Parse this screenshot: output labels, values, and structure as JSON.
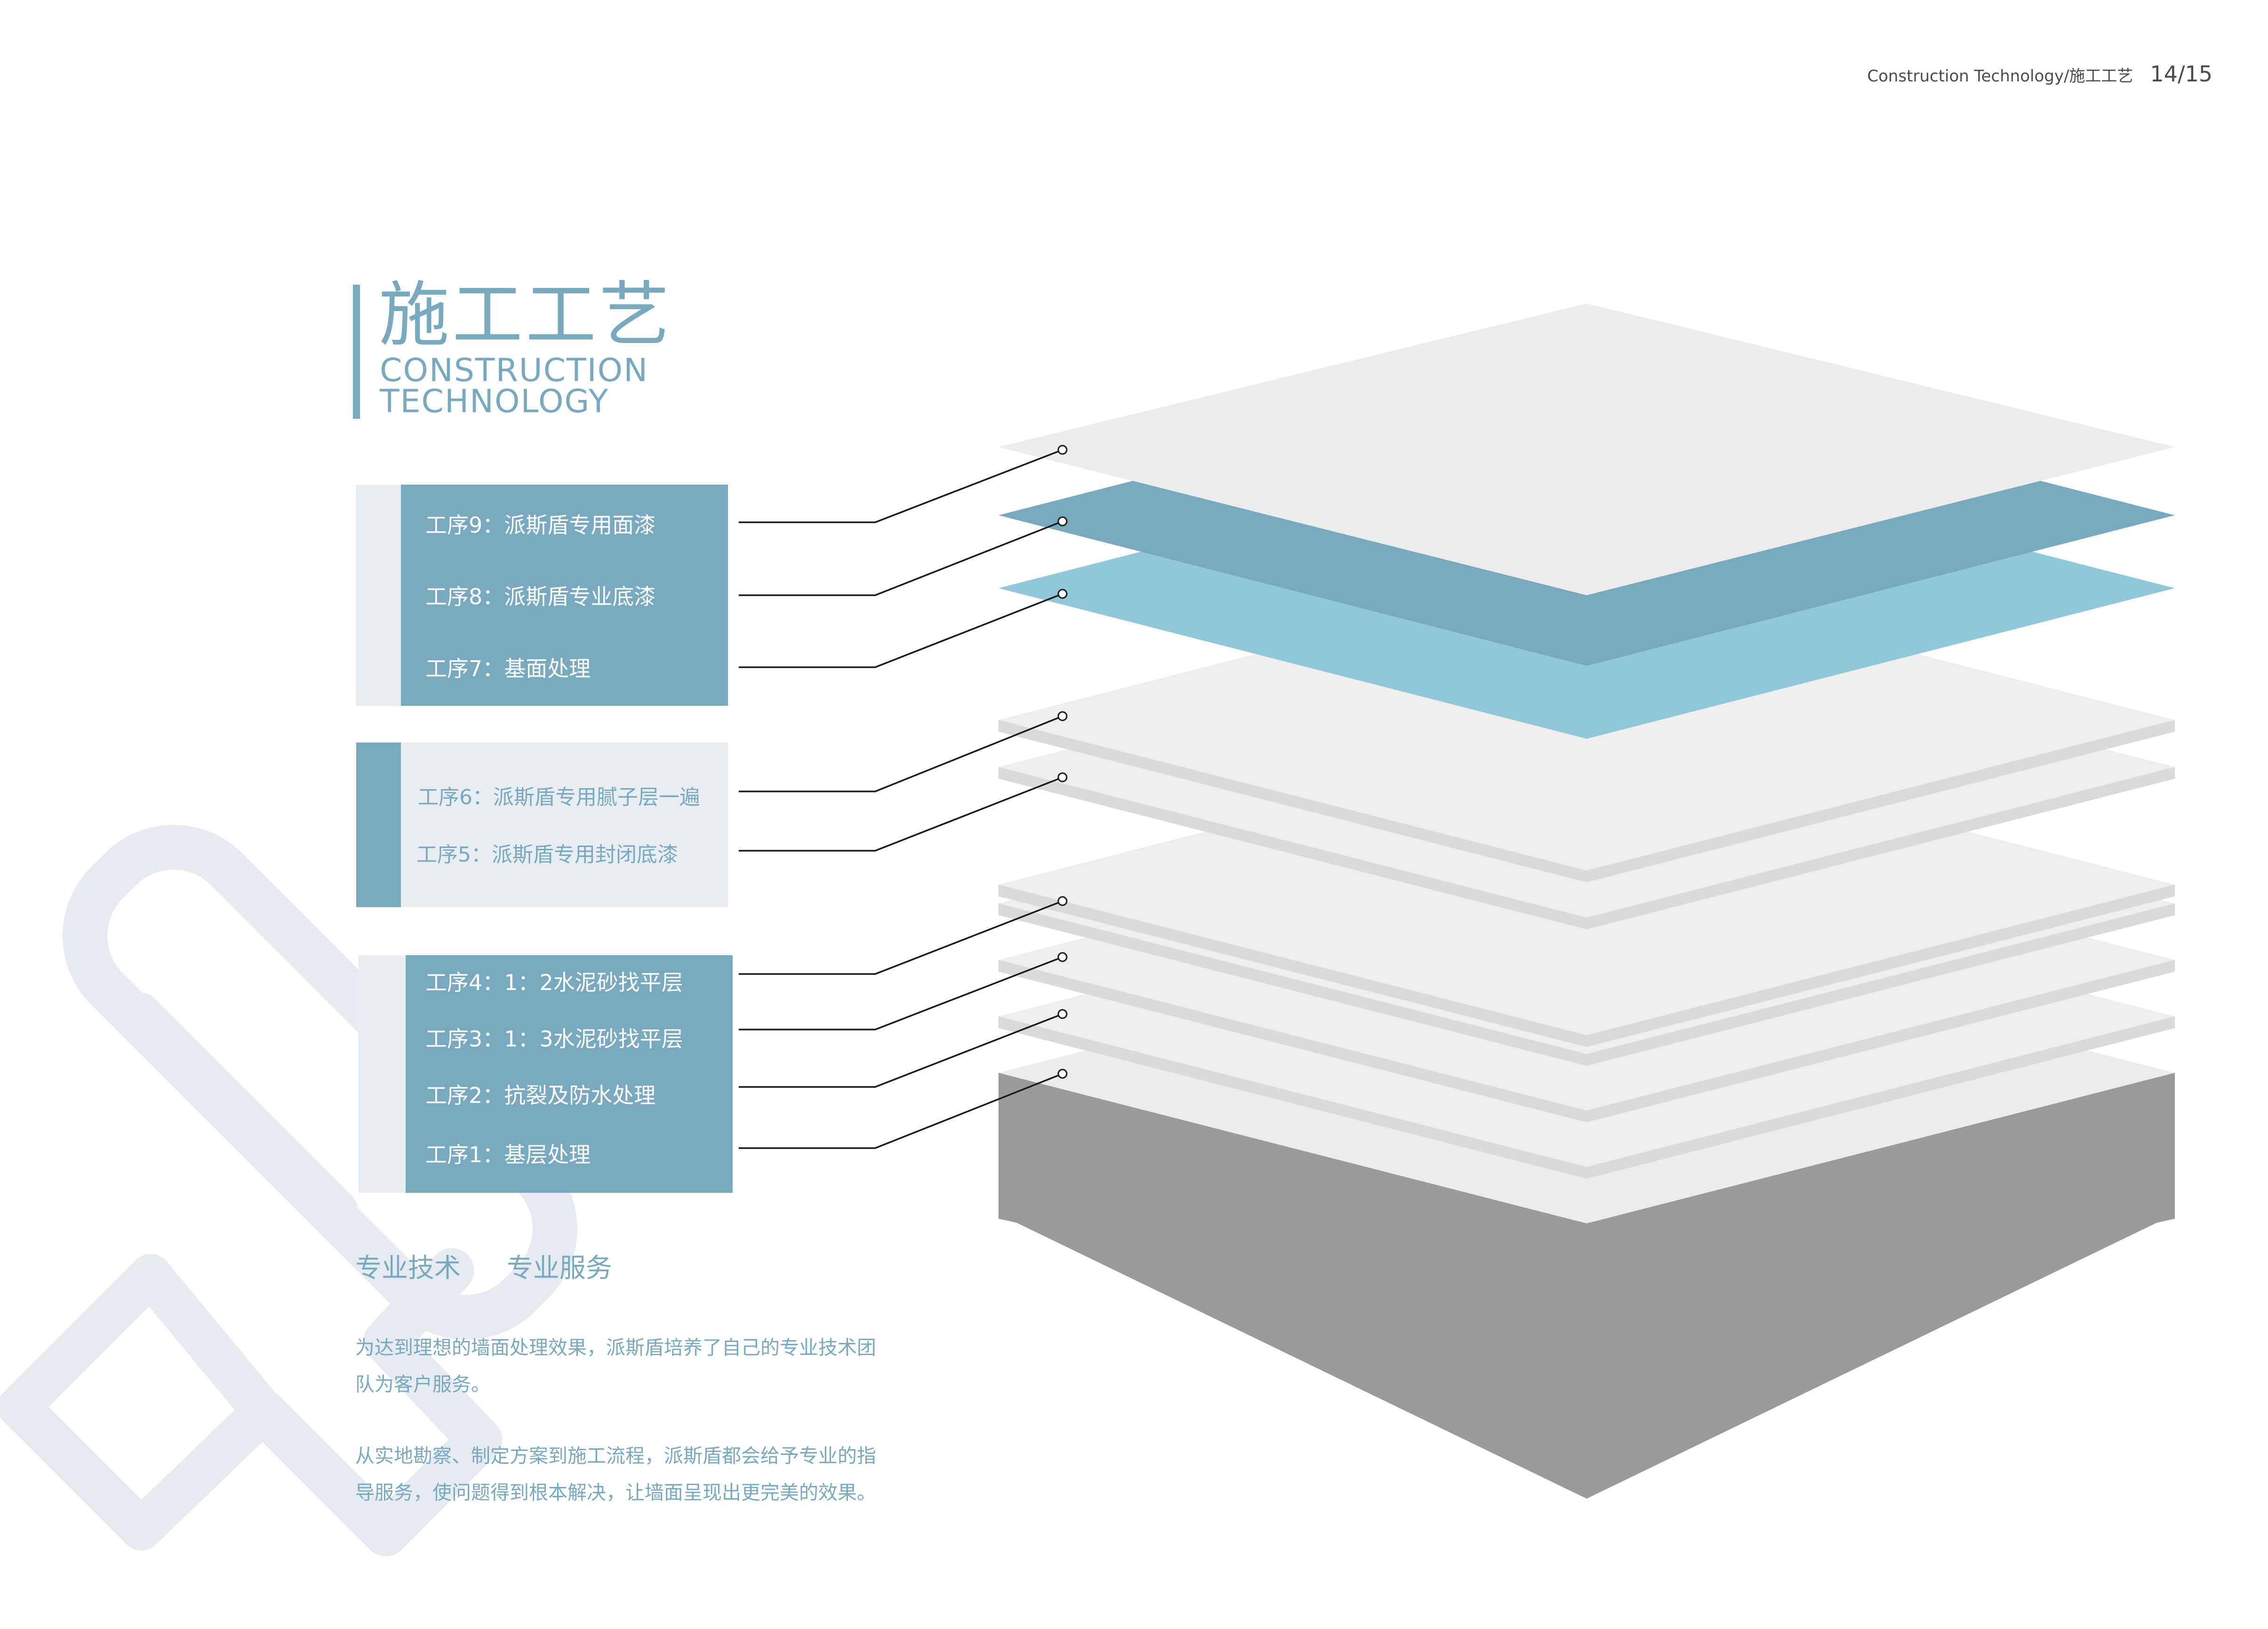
{
  "header": {
    "section": "Construction Technology/施工工艺",
    "page": "14/15"
  },
  "title": {
    "cn": "施工工艺",
    "en_line1": "CONSTRUCTION",
    "en_line2": "TECHNOLOGY"
  },
  "steps": [
    {
      "label": "工序9：派斯盾专用面漆"
    },
    {
      "label": "工序8：派斯盾专业底漆"
    },
    {
      "label": "工序7：基面处理"
    },
    {
      "label": "工序6：派斯盾专用腻子层一遍"
    },
    {
      "label": "工序5：派斯盾专用封闭底漆"
    },
    {
      "label": "工序4：1：2水泥砂找平层"
    },
    {
      "label": "工序3：1：3水泥砂找平层"
    },
    {
      "label": "工序2：抗裂及防水处理"
    },
    {
      "label": "工序1：基层处理"
    }
  ],
  "tagline": {
    "left": "专业技术",
    "right": "专业服务"
  },
  "paragraphs": [
    {
      "line1": "为达到理想的墙面处理效果，派斯盾培养了自己的专业技术团",
      "line2": "队为客户服务。"
    },
    {
      "line1": "从实地勘察、制定方案到施工流程，派斯盾都会给予专业的指",
      "line2": "导服务，使问题得到根本解决，让墙面呈现出更完美的效果。"
    }
  ],
  "colors": {
    "accent": "#79a9bf",
    "light_blue": "#91c8d9",
    "base_gray": "#9a999b",
    "panel_light": "#e8edf2",
    "layer_light": "#ececec"
  }
}
